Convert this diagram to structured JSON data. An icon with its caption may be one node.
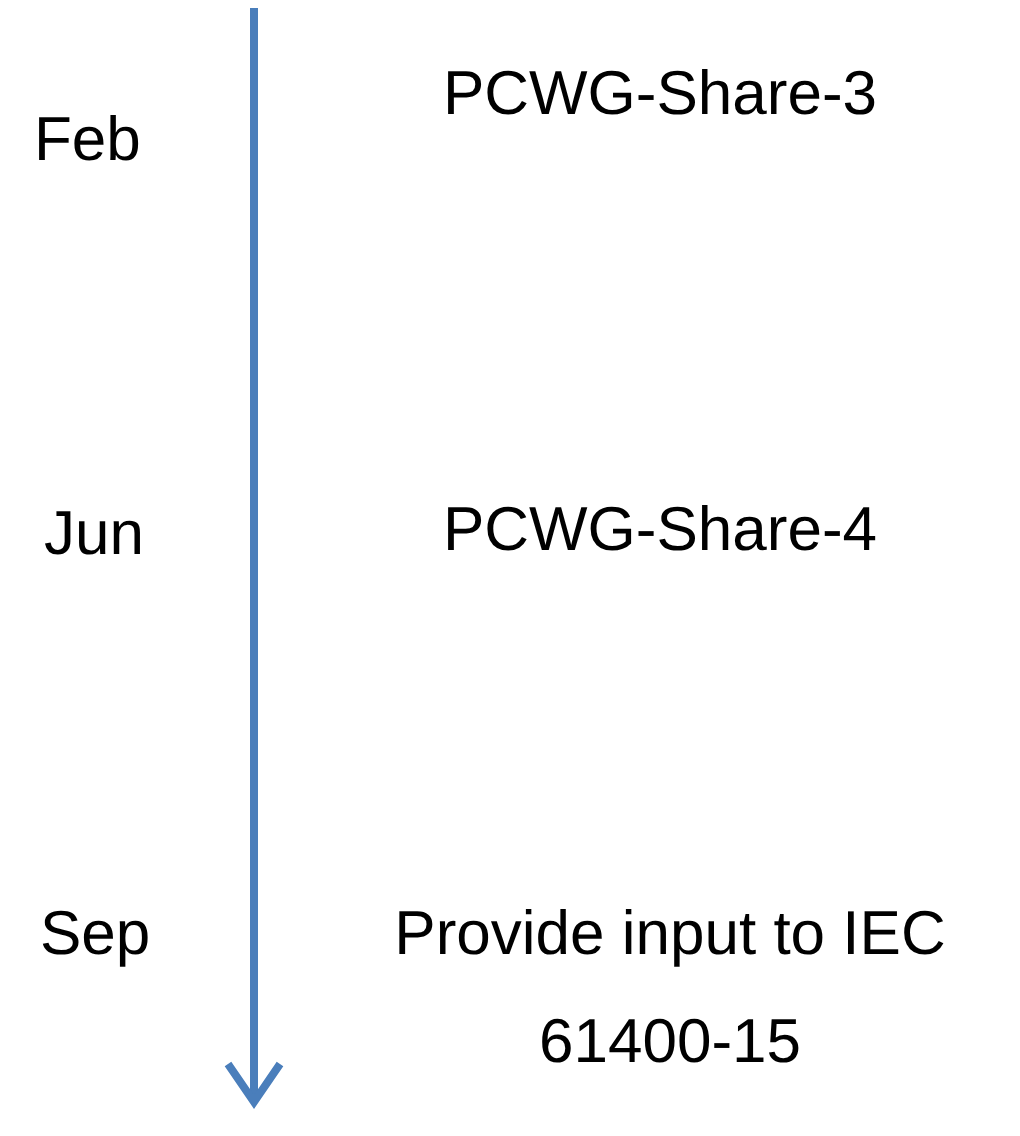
{
  "diagram": {
    "labels": [
      "Feb",
      "PCWG-Share-3",
      "Jun",
      "PCWG-Share-4",
      "Sep",
      "Provide input to IEC 61400-15"
    ]
  }
}
